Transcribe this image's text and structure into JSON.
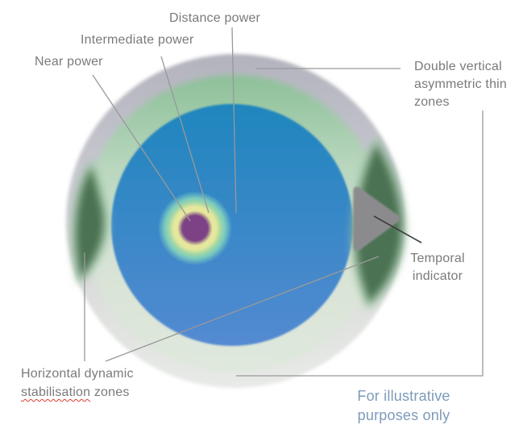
{
  "diagram": {
    "labels": {
      "distance_power": "Distance power",
      "intermediate_power": "Intermediate power",
      "near_power": "Near power",
      "double_vertical_zones": "Double vertical\nasymmetric thin\nzones",
      "temporal_indicator": "Temporal\nindicator",
      "stabilisation_line1": "Horizontal dynamic",
      "stabilisation_word": "stabilisation",
      "stabilisation_rest": "zones",
      "disclaimer": "For illustrative\npurposes only"
    },
    "colors": {
      "label_text": "#7a7a7a",
      "disclaimer_text": "#7e9aba",
      "pointer_line": "#999999",
      "temporal_pointer_line": "#3c3c3c",
      "spellcheck_red": "#e03c31",
      "lens_gray_top": "#b3b3be",
      "lens_gray_mid": "#cbcbd3",
      "lens_gray_low": "#dee0de",
      "lens_gray_bottom": "#e8eae7",
      "green_ring_top": "#8cc098",
      "green_ring_mid": "#bad7bf",
      "green_ring_low": "#d8e3d6",
      "green_ring_bottom": "#dfe8dc",
      "optic_blue_top": "#1f86be",
      "optic_blue_bottom": "#548ad1",
      "near_purple": "#7d4285",
      "intermediate_yellow": "#e4e79c",
      "intermediate_green": "#9ed6a6",
      "intermediate_teal": "#7ccbc0",
      "stabilisation_green": "#4b7253",
      "stabilisation_glow": "#9fc9a6",
      "indicator_gray": "#8b8b8d"
    }
  }
}
